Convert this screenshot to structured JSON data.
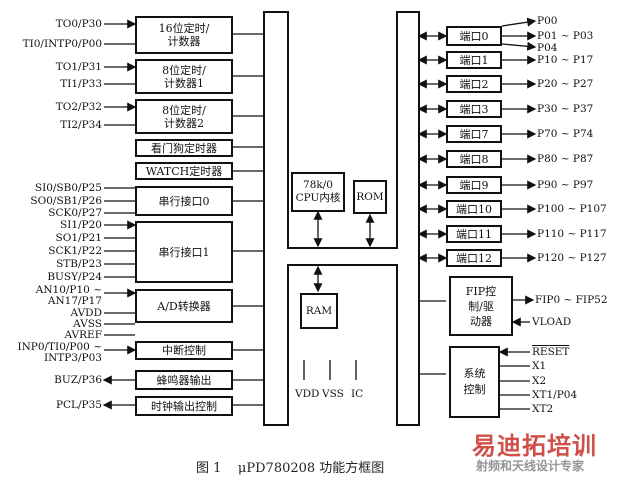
{
  "left_blocks": {
    "timer16": "16位定时/\n计数器",
    "timer8_1": "8位定时/\n计数器1",
    "timer8_2": "8位定时/\n计数器2",
    "watchdog": "看门狗定时器",
    "watch_timer": "WATCH定时器",
    "serial0": "串行接口0",
    "serial1": "串行接口1",
    "adc": "A/D转换器",
    "interrupt": "中断控制",
    "buzzer": "蜂鸣器输出",
    "clock_out": "时钟输出控制"
  },
  "left_pins": {
    "to0": "TO0/P30",
    "ti0": "TI0/INTP0/P00",
    "to1": "TO1/P31",
    "ti1": "TI1/P33",
    "to2": "TO2/P32",
    "ti2": "TI2/P34",
    "si0": "SI0/SB0/P25",
    "so0": "SO0/SB1/P26",
    "sck0": "SCK0/P27",
    "si1": "SI1/P20",
    "so1": "SO1/P21",
    "sck1": "SCK1/P22",
    "stb": "STB/P23",
    "busy": "BUSY/P24",
    "an10": "AN10/P10 ~",
    "an17": "AN17/P17",
    "avdd": "AVDD",
    "avss": "AVSS",
    "avref": "AVREF",
    "intp0": "INP0/TI0/P00 ~",
    "intp3": "INTP3/P03",
    "buz": "BUZ/P36",
    "pcl": "PCL/P35"
  },
  "center": {
    "cpu": "78k/0\nCPU内核",
    "rom": "ROM",
    "ram": "RAM",
    "vdd": "VDD",
    "vss": "VSS",
    "ic": "IC"
  },
  "ports": [
    "端口0",
    "端口1",
    "端口2",
    "端口3",
    "端口7",
    "端口8",
    "端口9",
    "端口10",
    "端口11",
    "端口12"
  ],
  "port_pins": {
    "p00": "P00",
    "p01": "P01 ~ P03",
    "p04": "P04",
    "p1": "P10 ~ P17",
    "p2": "P20 ~ P27",
    "p3": "P30 ~ P37",
    "p7": "P70 ~ P74",
    "p8": "P80 ~ P87",
    "p9": "P90 ~ P97",
    "p10": "P100 ~ P107",
    "p11": "P110 ~ P117",
    "p12": "P120 ~ P127"
  },
  "right_blocks": {
    "fip": "FIP控\n制/驱\n动器",
    "fip_pins": "FIP0 ~ FIP52",
    "vload": "VLOAD",
    "sys": "系统\n控制",
    "reset": "RESET",
    "x1": "X1",
    "x2": "X2",
    "xt1": "XT1/P04",
    "xt2": "XT2"
  },
  "caption": "图 1    μPD780208 功能方框图",
  "watermark": {
    "brand": "易迪拓培训",
    "tagline": "射频和天线设计专家",
    "brand_color": "#c8322a"
  }
}
